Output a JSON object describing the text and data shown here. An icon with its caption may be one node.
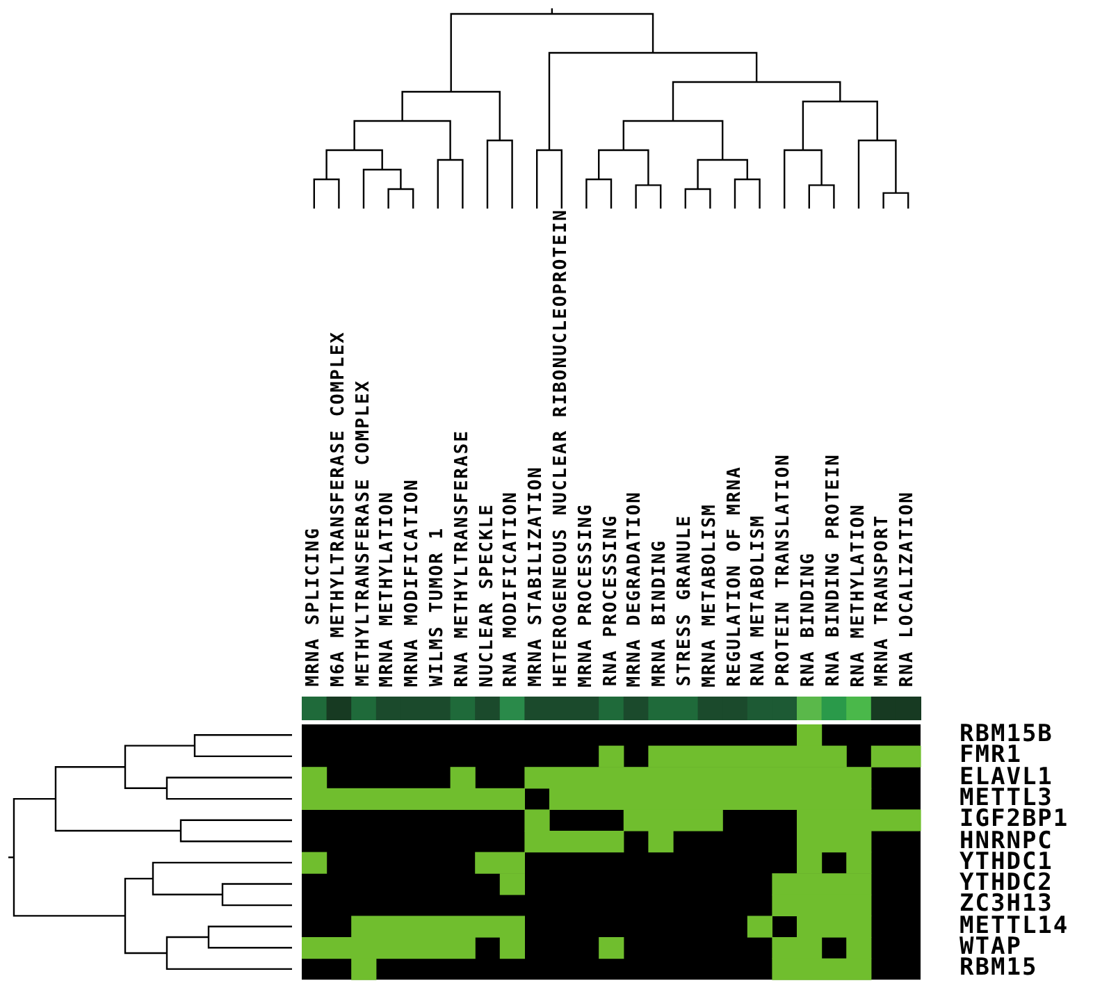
{
  "diagram": {
    "labels": [
      "MRNA SPLICING",
      "M6A METHYLTRANSFERASE COMPLEX",
      "METHYLTRANSFERASE COMPLEX",
      "MRNA METHYLATION",
      "MRNA MODIFICATION",
      "WILMS TUMOR 1",
      "RNA METHYLTRANSFERASE",
      "NUCLEAR SPECKLE",
      "RNA MODIFICATION",
      "MRNA STABILIZATION",
      "HETEROGENEOUS NUCLEAR RIBONUCLEOPROTEIN",
      "MRNA PROCESSING",
      "RNA PROCESSING",
      "MRNA DEGRADATION",
      "MRNA BINDING",
      "STRESS GRANULE",
      "MRNA METABOLISM",
      "REGULATION OF MRNA",
      "RNA METABOLISM",
      "PROTEIN TRANSLATION",
      "RNA BINDING",
      "RNA BINDING PROTEIN",
      "RNA METHYLATION",
      "MRNA TRANSPORT",
      "RNA LOCALIZATION",
      "RBM15B",
      "FMR1",
      "ELAVL1",
      "METTL3",
      "IGF2BP1",
      "HNRNPC",
      "YTHDC1",
      "YTHDC2",
      "ZC3H13",
      "METTL14",
      "WTAP",
      "RBM15"
    ]
  }
}
